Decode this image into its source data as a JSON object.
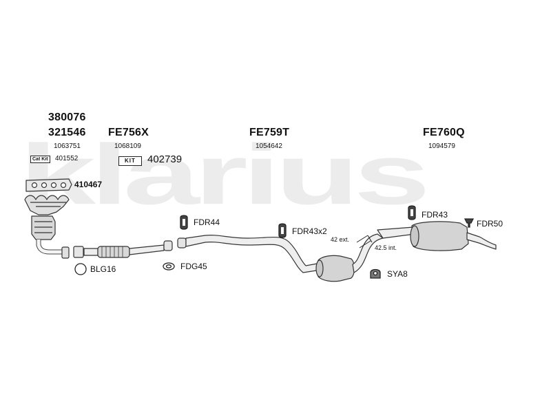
{
  "watermark": "klarius",
  "groups": {
    "front": {
      "code1": "380076",
      "code2": "321546",
      "ref": "1063751"
    },
    "fe756x": {
      "code": "FE756X",
      "ref": "1068109"
    },
    "fe759t": {
      "code": "FE759T",
      "ref": "1054642"
    },
    "fe760q": {
      "code": "FE760Q",
      "ref": "1094579"
    }
  },
  "kits": {
    "cat_kit": {
      "tag": "Cat Kit",
      "code": "401552"
    },
    "kit": {
      "tag": "KIT",
      "code": "402739"
    }
  },
  "parts": {
    "manifold_gasket": "410467",
    "blg": "BLG16",
    "fdg": "FDG45",
    "fdr44": "FDR44",
    "fdr43x2": "FDR43x2",
    "fdr43": "FDR43",
    "fdr50": "FDR50",
    "sya": "SYA8"
  },
  "dimensions": {
    "ext": "42 ext.",
    "int": "42.5 int."
  }
}
